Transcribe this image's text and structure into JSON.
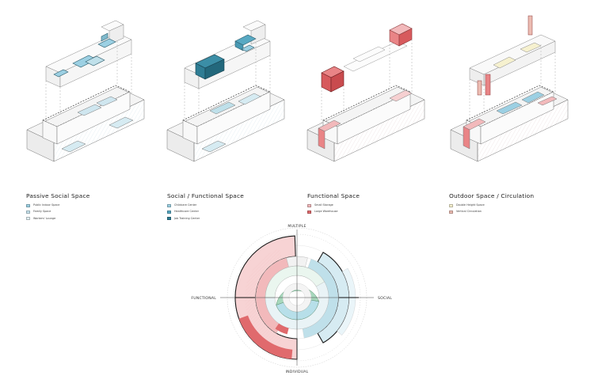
{
  "colors": {
    "passive_blue": "#8ec5d8",
    "functional_teal": "#2f7d94",
    "functional_red": "#e06a6d",
    "outdoor_pink": "#f0a7a9",
    "outdoor_yellow": "#f3efc9",
    "green": "#8fcba6"
  },
  "legends": [
    {
      "title": "Passive Social Space",
      "items": [
        {
          "label": "Public Indoor Space",
          "color": "#9cd0e3"
        },
        {
          "label": "Family Space",
          "color": "#c7e3ee"
        },
        {
          "label": "Workers' Lounge",
          "color": "#e2f0f5"
        }
      ]
    },
    {
      "title": "Social / Functional Space",
      "items": [
        {
          "label": "Childcare Center",
          "color": "#9cd0e3"
        },
        {
          "label": "Healthcare Center",
          "color": "#58a9c3"
        },
        {
          "label": "Job Training Center",
          "color": "#2f7d94"
        }
      ]
    },
    {
      "title": "Functional Space",
      "items": [
        {
          "label": "Small Storage",
          "color": "#f2b9bb"
        },
        {
          "label": "Large Warehouse",
          "color": "#e06a6d"
        }
      ]
    },
    {
      "title": "Outdoor Space / Circulation",
      "items": [
        {
          "label": "Double Height Space",
          "color": "#f6f1cf"
        },
        {
          "label": "Vertical Circulation",
          "color": "#ecbcb2"
        }
      ]
    }
  ],
  "radial": {
    "axis_top": "MULTIPLE",
    "axis_bottom": "INDIVIDUAL",
    "axis_left": "FUNCTIONAL",
    "axis_right": "SOCIAL"
  }
}
